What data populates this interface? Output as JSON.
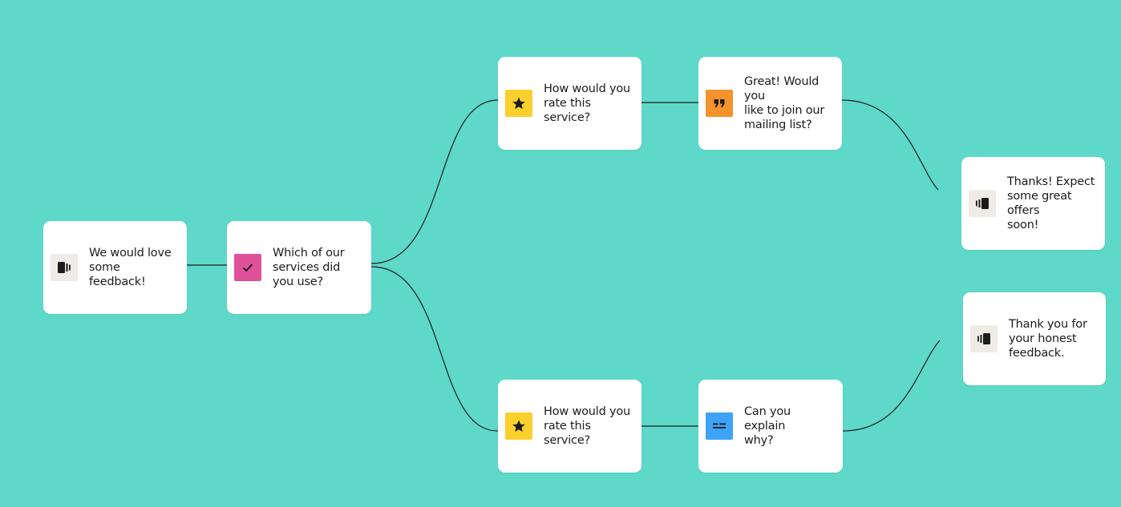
{
  "colors": {
    "background": "#5ed8c8",
    "card": "#ffffff",
    "connector": "#1d1d1d",
    "statement_icon_bg": "#efebe6",
    "multiple_choice_icon_bg": "#e0519a",
    "rating_icon_bg": "#fcd02c",
    "yes_no_icon_bg": "#f4922c",
    "long_text_icon_bg": "#3ea3f6"
  },
  "nodes": {
    "welcome": {
      "label": "We would love\nsome feedback!",
      "icon": "statement-icon"
    },
    "services": {
      "label": "Which of our\nservices did\nyou use?",
      "icon": "checkmark-icon"
    },
    "rate_top": {
      "label": "How would you\nrate this service?",
      "icon": "star-icon"
    },
    "mailing": {
      "label": "Great! Would you\nlike to join our\nmailing list?",
      "icon": "quote-icon"
    },
    "thanks_offers": {
      "label": "Thanks! Expect\nsome great offers\nsoon!",
      "icon": "statement-icon"
    },
    "rate_bottom": {
      "label": "How would you\nrate this service?",
      "icon": "star-icon"
    },
    "explain": {
      "label": "Can you explain\nwhy?",
      "icon": "long-text-icon"
    },
    "thanks_feedback": {
      "label": "Thank you for\nyour honest\nfeedback.",
      "icon": "statement-icon"
    }
  }
}
